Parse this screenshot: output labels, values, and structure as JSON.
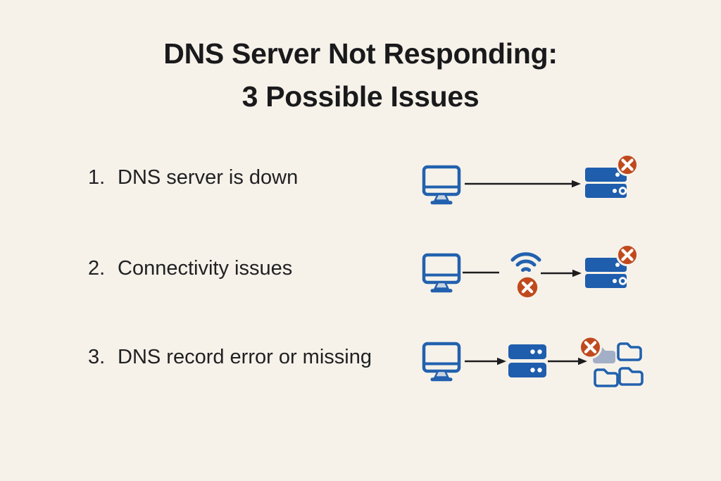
{
  "title": {
    "line1": "DNS Server Not Responding:",
    "line2": "3 Possible Issues"
  },
  "rows": [
    {
      "number": "1.",
      "label": "DNS server is down",
      "icons": [
        "computer-icon",
        "arrow-right-icon",
        "server-error-icon"
      ]
    },
    {
      "number": "2.",
      "label": "Connectivity issues",
      "icons": [
        "computer-icon",
        "connector-line",
        "wifi-icon",
        "error-x-icon",
        "arrow-right-icon",
        "server-error-icon"
      ]
    },
    {
      "number": "3.",
      "label": "DNS record error or missing",
      "icons": [
        "computer-icon",
        "arrow-right-icon",
        "server-icon",
        "arrow-right-icon",
        "folders-error-icon"
      ]
    }
  ],
  "colors": {
    "background": "#f6f2ea",
    "text": "#212123",
    "title_text": "#1a1a1c",
    "icon_blue": "#2261ae",
    "server_blue": "#1f5dad",
    "error_red": "#c04a1d",
    "folder_gray": "#a3afc6",
    "stand_fill": "#c9d4e2",
    "arrow_black": "#1d1d1f"
  }
}
